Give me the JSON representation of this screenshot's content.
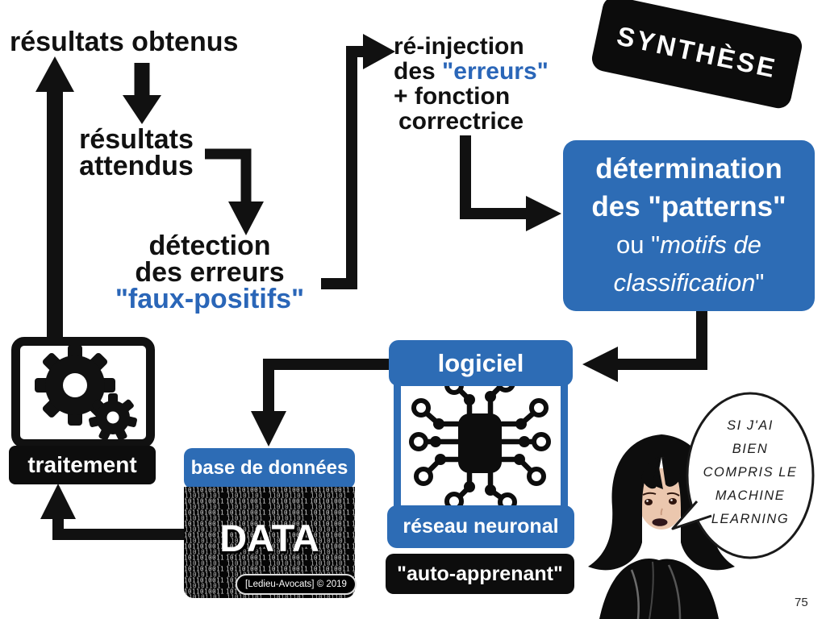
{
  "slide": {
    "page_number": "75",
    "badge": "SYNTHÈSE",
    "credit": "[Ledieu-Avocats] © 2019"
  },
  "nodes": {
    "resultats_obtenus": "résultats obtenus",
    "resultats_attendus": [
      "résultats",
      "attendus"
    ],
    "detection": {
      "l1": "détection",
      "l2": "des erreurs",
      "l3": "\"faux-positifs\""
    },
    "reinjection": {
      "l1": "ré-injection",
      "l2_black": "des ",
      "l2_blue": "\"erreurs\"",
      "l3": "+ fonction",
      "l4": "correctrice"
    },
    "determination": {
      "l1": "détermination",
      "l2": "des \"patterns\"",
      "l3_plain": "ou \"",
      "l3_italic": "motifs de",
      "l4_italic": "classification",
      "l4_plain": "\""
    },
    "logiciel": "logiciel",
    "reseau_neuronal": "réseau neuronal",
    "auto_apprenant": "\"auto-apprenant\"",
    "base_de_donnees": "base de données",
    "data": "DATA",
    "traitement": "traitement"
  },
  "speech_bubble": {
    "lines": [
      "SI J'AI",
      "BIEN",
      "COMPRIS LE",
      "MACHINE",
      "LEARNING"
    ]
  },
  "colors": {
    "accent_blue": "#2d6cb5",
    "blue_text": "#2a66b8",
    "ink": "#111111"
  }
}
